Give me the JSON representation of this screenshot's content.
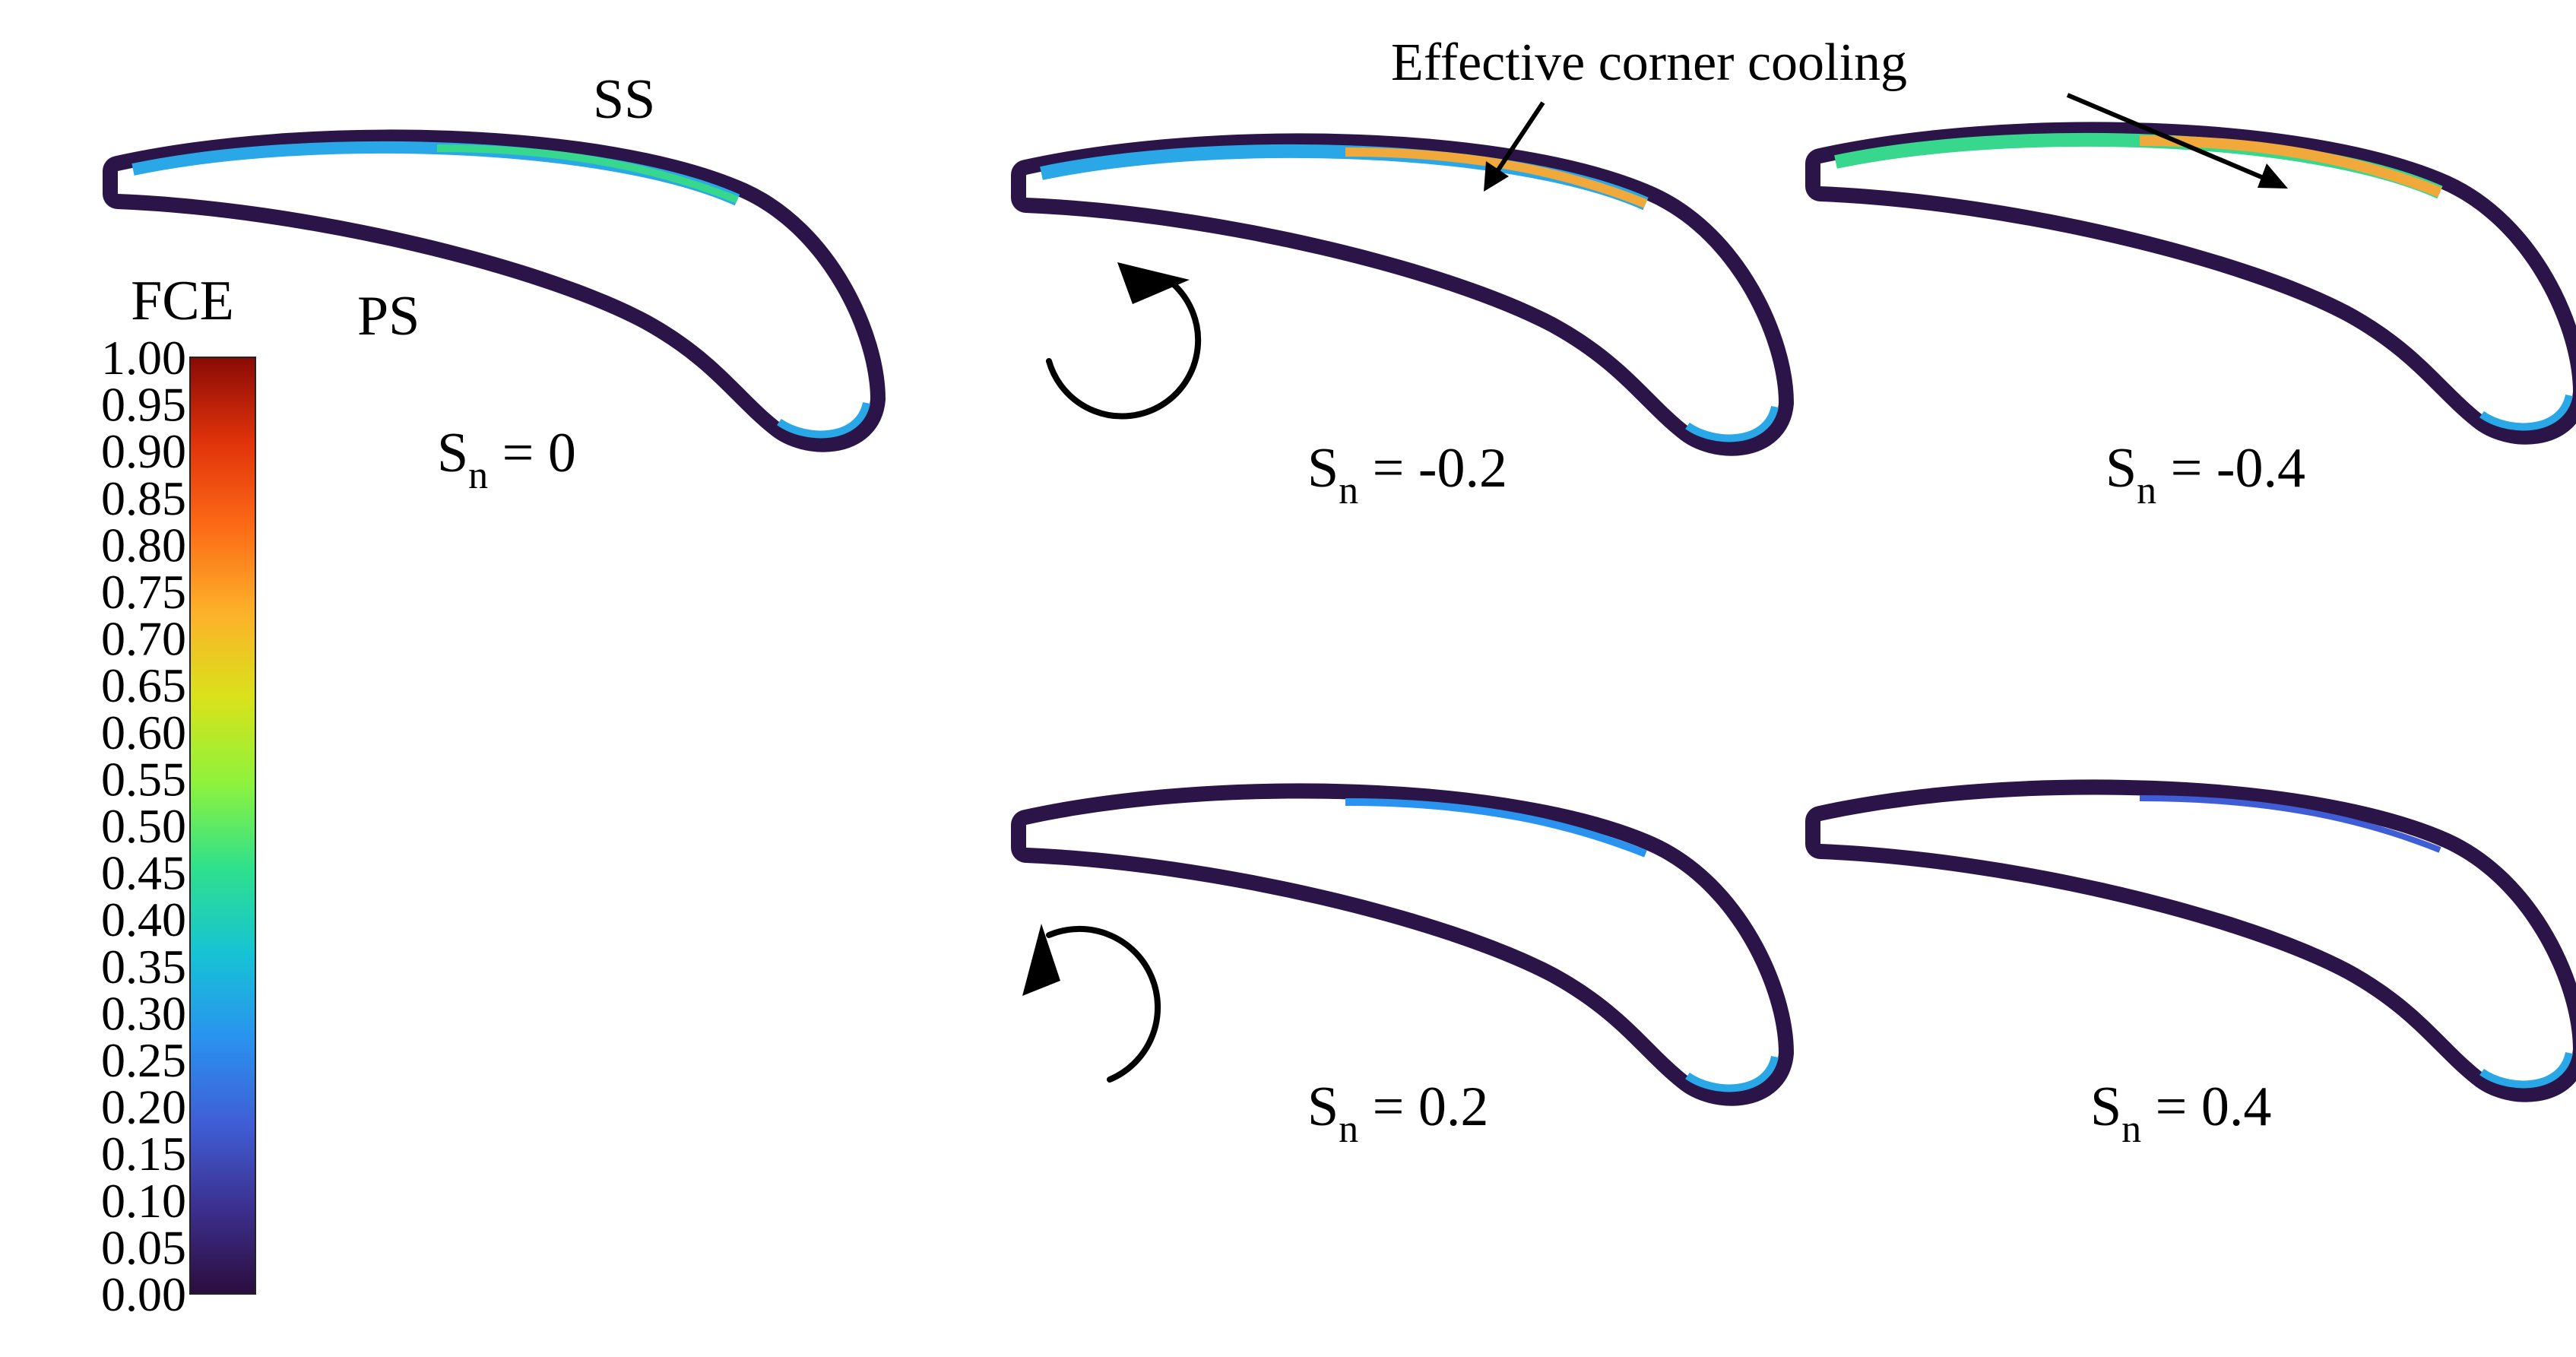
{
  "colorbar": {
    "title": "FCE",
    "ticks": [
      "1.00",
      "0.95",
      "0.90",
      "0.85",
      "0.80",
      "0.75",
      "0.70",
      "0.65",
      "0.60",
      "0.55",
      "0.50",
      "0.45",
      "0.40",
      "0.35",
      "0.30",
      "0.25",
      "0.20",
      "0.15",
      "0.10",
      "0.05",
      "0.00"
    ],
    "colors": [
      "#2b0d3d",
      "#3c2f8e",
      "#3f5ed6",
      "#2a92ef",
      "#16c3d4",
      "#2fe08c",
      "#8ef23c",
      "#d9e21a",
      "#fdb12a",
      "#fc6b17",
      "#e1330b",
      "#8a0a06"
    ]
  },
  "labels": {
    "suction_side": "SS",
    "pressure_side": "PS",
    "annotation": "Effective corner cooling"
  },
  "panels": [
    {
      "sym": "S",
      "sub": "n",
      "rest": " = 0"
    },
    {
      "sym": "S",
      "sub": "n",
      "rest": " = -0.2"
    },
    {
      "sym": "S",
      "sub": "n",
      "rest": " = -0.4"
    },
    {
      "sym": "S",
      "sub": "n",
      "rest": " = 0.2"
    },
    {
      "sym": "S",
      "sub": "n",
      "rest": " = 0.4"
    }
  ],
  "blade_colors": {
    "outline": "#2b1548",
    "suction_hot": "#f2a93b",
    "suction_warm": "#37d78e",
    "suction_cool": "#2aa7e6",
    "pressure_dark": "#2a1a55"
  }
}
